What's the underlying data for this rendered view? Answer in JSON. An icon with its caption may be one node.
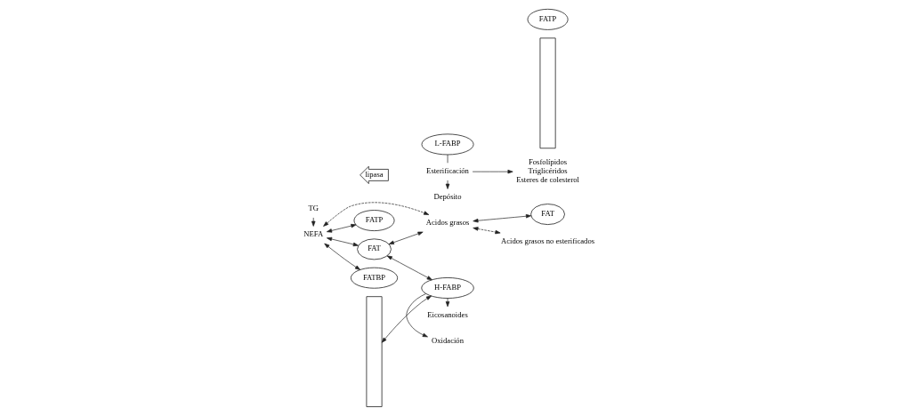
{
  "diagram": {
    "nodes": [
      {
        "text": [
          "TG"
        ]
      },
      {
        "text": [
          "lipasa"
        ]
      },
      {
        "text": [],
        "shape": "bar"
      },
      {
        "text": [
          "FATP"
        ]
      },
      {
        "text": [
          "NEFA"
        ]
      },
      {
        "text": [
          "FAT"
        ]
      },
      {
        "text": [
          "FATBP"
        ]
      },
      {
        "text": [
          "Depósito"
        ]
      },
      {
        "text": [
          "Esterificación"
        ]
      },
      {
        "text": [
          "L-FABP"
        ]
      },
      {
        "text": [
          "Acidos grasos"
        ]
      },
      {
        "text": [
          "H-FABP"
        ]
      },
      {
        "text": [
          "Oxidación"
        ]
      },
      {
        "text": [
          "Eicosanoides"
        ]
      },
      {
        "text": [],
        "shape": "bar"
      },
      {
        "text": [
          "FATP"
        ]
      },
      {
        "text": [
          "Fosfolípidos",
          "Triglicéridos",
          "Esteres de colesterol"
        ]
      },
      {
        "text": [
          "FAT"
        ]
      },
      {
        "text": [
          "Acidos grasos no esterificados"
        ]
      }
    ],
    "edges": [
      {
        "from": 0,
        "to": 4,
        "arrow": "to"
      },
      {
        "from": 4,
        "to": 3,
        "arrow": "both"
      },
      {
        "from": 4,
        "to": 10,
        "arrow": "both",
        "style": "dashed"
      },
      {
        "from": 4,
        "to": 5,
        "arrow": "both"
      },
      {
        "from": 4,
        "to": 6,
        "arrow": "both"
      },
      {
        "from": 5,
        "to": 10,
        "arrow": "both"
      },
      {
        "from": 5,
        "to": 11,
        "arrow": "both"
      },
      {
        "from": 11,
        "to": 2,
        "arrow": "both"
      },
      {
        "from": 8,
        "to": 7,
        "arrow": "to"
      },
      {
        "from": 8,
        "to": 16,
        "arrow": "to"
      },
      {
        "from": 9,
        "to": 8,
        "arrow": "none"
      },
      {
        "from": 10,
        "to": 18,
        "arrow": "both",
        "style": "dashed"
      },
      {
        "from": 10,
        "to": 17,
        "arrow": "both"
      },
      {
        "from": 11,
        "to": 12,
        "arrow": "to"
      },
      {
        "from": 11,
        "to": 13,
        "arrow": "to"
      }
    ]
  }
}
